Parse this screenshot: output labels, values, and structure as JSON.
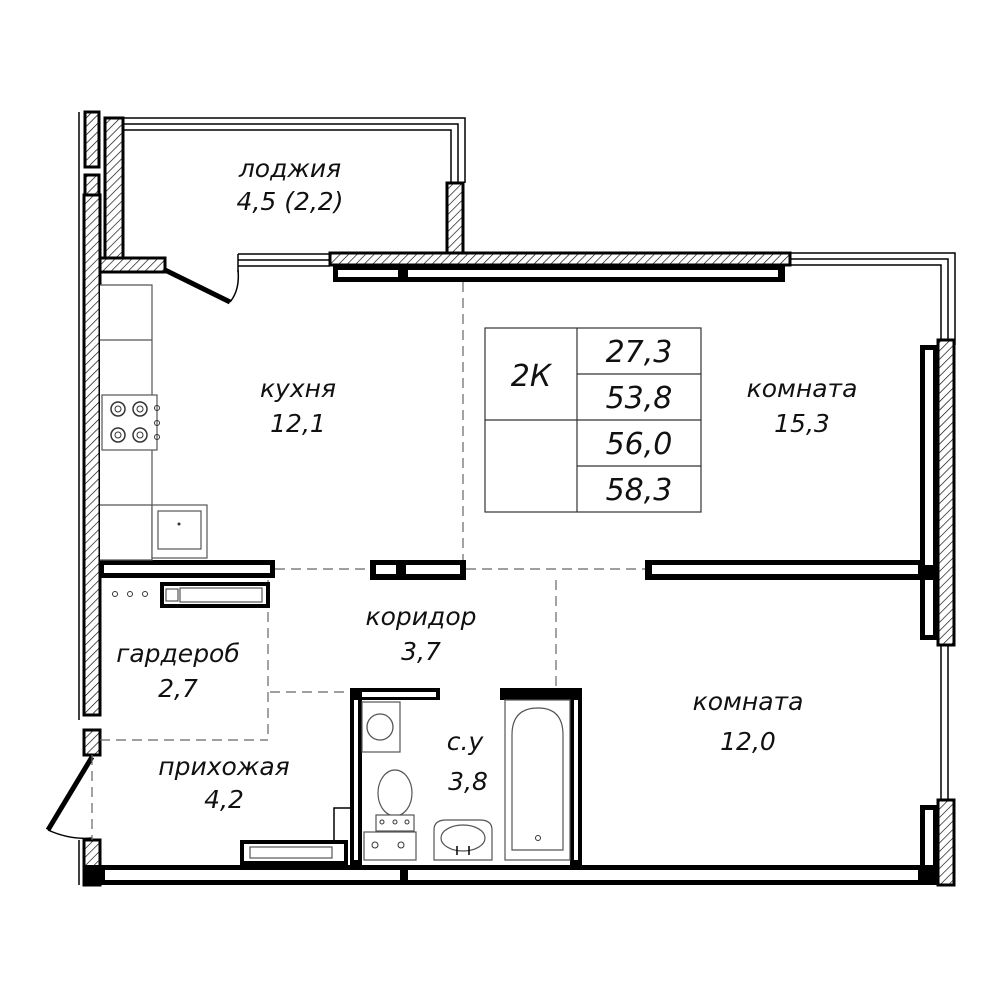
{
  "rooms": {
    "loggia": {
      "name": "лоджия",
      "area": "4,5 (2,2)"
    },
    "kitchen": {
      "name": "кухня",
      "area": "12,1"
    },
    "room1": {
      "name": "комната",
      "area": "15,3"
    },
    "corridor": {
      "name": "коридор",
      "area": "3,7"
    },
    "wardrobe": {
      "name": "гардероб",
      "area": "2,7"
    },
    "hall": {
      "name": "прихожая",
      "area": "4,2"
    },
    "bathroom": {
      "name": "с.у",
      "area": "3,8"
    },
    "room2": {
      "name": "комната",
      "area": "12,0"
    }
  },
  "summary": {
    "type": "2К",
    "values": [
      "27,3",
      "53,8",
      "56,0",
      "58,3"
    ]
  }
}
